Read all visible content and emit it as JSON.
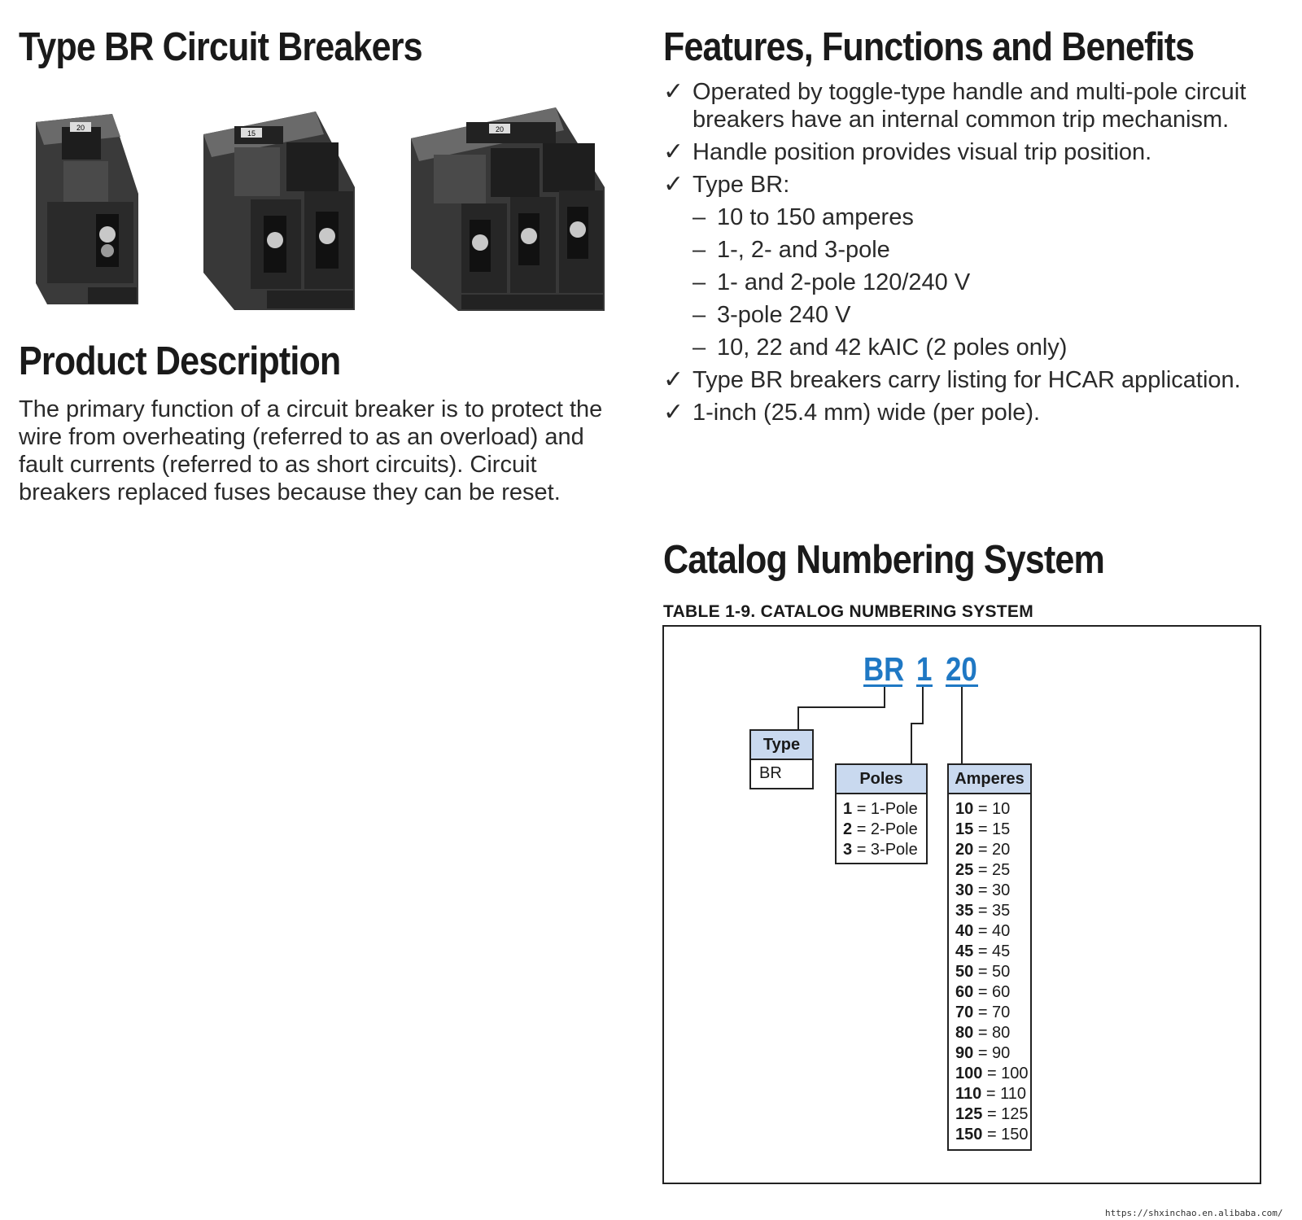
{
  "left": {
    "title": "Type BR Circuit Breakers",
    "product_heading": "Product Description",
    "product_text": "The primary function of a circuit breaker is to protect the wire from overheating (referred to as an overload) and fault currents (referred to as short circuits). Circuit breakers replaced fuses because they can be reset.",
    "images": [
      {
        "icon": "single-pole-breaker-image",
        "label": "20"
      },
      {
        "icon": "two-pole-breaker-image",
        "label": "15"
      },
      {
        "icon": "three-pole-breaker-image",
        "label": "20"
      }
    ]
  },
  "features": {
    "heading": "Features, Functions and Benefits",
    "check_glyph": "✓",
    "dash_glyph": "–",
    "items": [
      {
        "text": "Operated by toggle-type handle and multi-pole circuit breakers have an internal common trip mechanism."
      },
      {
        "text": "Handle position provides visual trip position."
      },
      {
        "text": "Type BR:",
        "subitems": [
          "10 to 150 amperes",
          "1-, 2- and 3-pole",
          "1- and 2-pole 120/240 V",
          "3-pole 240 V",
          "10, 22 and 42 kAIC (2 poles only)"
        ]
      },
      {
        "text": "Type BR breakers carry listing for HCAR application."
      },
      {
        "text": "1-inch (25.4 mm) wide (per pole)."
      }
    ]
  },
  "catalog": {
    "heading": "Catalog Numbering System",
    "table_caption": "TABLE 1-9. CATALOG NUMBERING SYSTEM",
    "code_parts": [
      "BR",
      "1",
      "20"
    ],
    "type_box": {
      "header": "Type",
      "value": "BR"
    },
    "poles_box": {
      "header": "Poles",
      "rows": [
        [
          "1",
          "= 1-Pole"
        ],
        [
          "2",
          "= 2-Pole"
        ],
        [
          "3",
          "= 3-Pole"
        ]
      ]
    },
    "amperes_box": {
      "header": "Amperes",
      "rows": [
        [
          "10",
          "= 10"
        ],
        [
          "15",
          "= 15"
        ],
        [
          "20",
          "= 20"
        ],
        [
          "25",
          "= 25"
        ],
        [
          "30",
          "= 30"
        ],
        [
          "35",
          "= 35"
        ],
        [
          "40",
          "= 40"
        ],
        [
          "45",
          "= 45"
        ],
        [
          "50",
          "= 50"
        ],
        [
          "60",
          "= 60"
        ],
        [
          "70",
          "= 70"
        ],
        [
          "80",
          "= 80"
        ],
        [
          "90",
          "= 90"
        ],
        [
          "100",
          "= 100"
        ],
        [
          "110",
          "= 110"
        ],
        [
          "125",
          "= 125"
        ],
        [
          "150",
          "= 150"
        ]
      ]
    },
    "accent_color": "#1f78c4",
    "header_fill": "#c9d9ef"
  },
  "footer": {
    "url": "https://shxinchao.en.alibaba.com/"
  }
}
